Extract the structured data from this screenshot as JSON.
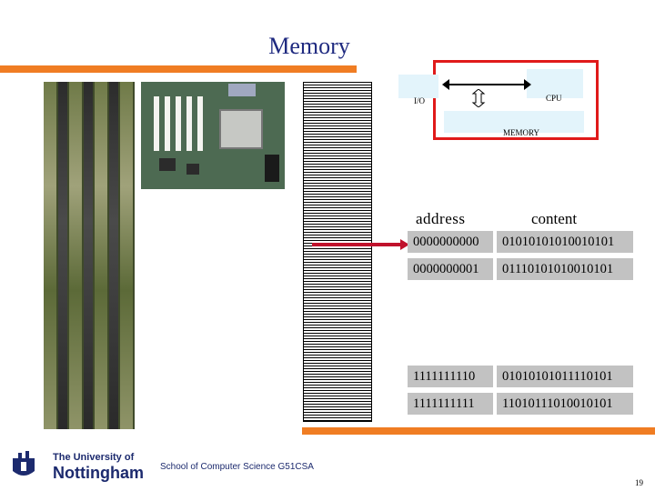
{
  "title": "Memory",
  "diagram": {
    "io_label": "I/O",
    "cpu_label": "CPU",
    "memory_label": "MEMORY"
  },
  "table": {
    "header_address": "address",
    "header_content": "content",
    "rows": [
      {
        "address": "0000000000",
        "content": "01010101010010101"
      },
      {
        "address": "0000000001",
        "content": "01110101010010101"
      },
      {
        "address": "1111111110",
        "content": "01010101011110101"
      },
      {
        "address": "1111111111",
        "content": "11010111010010101"
      }
    ]
  },
  "footer": {
    "university_line1": "The University of",
    "university_line2": "Nottingham",
    "course": "School of Computer Science G51CSA",
    "page_number": "19"
  },
  "colors": {
    "title": "#1f2a80",
    "accent_bar": "#f07d23",
    "diagram_border": "#e01a1a",
    "pointer": "#c0122c",
    "cell_bg": "#c2c2c2"
  }
}
